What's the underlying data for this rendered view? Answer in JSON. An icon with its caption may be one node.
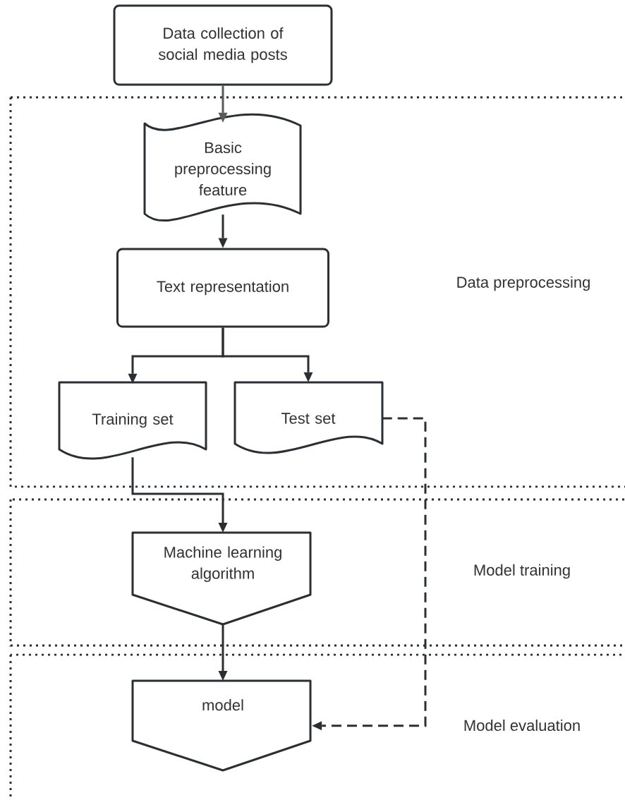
{
  "diagram": {
    "nodes": [
      {
        "text": [
          "Data collection of social media posts"
        ]
      },
      {
        "text": [
          "Data preprocessing"
        ]
      },
      {
        "text": [
          "Basic preprocessing feature"
        ],
        "in": 1
      },
      {
        "text": [
          "Text representation"
        ],
        "in": 1
      },
      {
        "text": [
          "Training set"
        ],
        "in": 1
      },
      {
        "text": [
          "Test set"
        ],
        "in": 1
      },
      {
        "text": [
          "Model training"
        ]
      },
      {
        "text": [
          "Machine learning algorithm"
        ],
        "in": 6
      },
      {
        "text": [
          "Model evaluation"
        ]
      },
      {
        "text": [
          "model"
        ],
        "in": 8
      }
    ],
    "edges": [
      {
        "from": 0,
        "to": 2,
        "arrow": "to",
        "color": "#5a5a5a"
      },
      {
        "from": 2,
        "to": 3,
        "arrow": "to"
      },
      {
        "from": 3,
        "to": 4,
        "arrow": "to"
      },
      {
        "from": 3,
        "to": 5,
        "arrow": "to"
      },
      {
        "from": 4,
        "to": 7,
        "arrow": "to"
      },
      {
        "from": 7,
        "to": 9,
        "arrow": "to"
      },
      {
        "from": 5,
        "to": 9,
        "arrow": "to",
        "style": "dashed"
      }
    ]
  }
}
